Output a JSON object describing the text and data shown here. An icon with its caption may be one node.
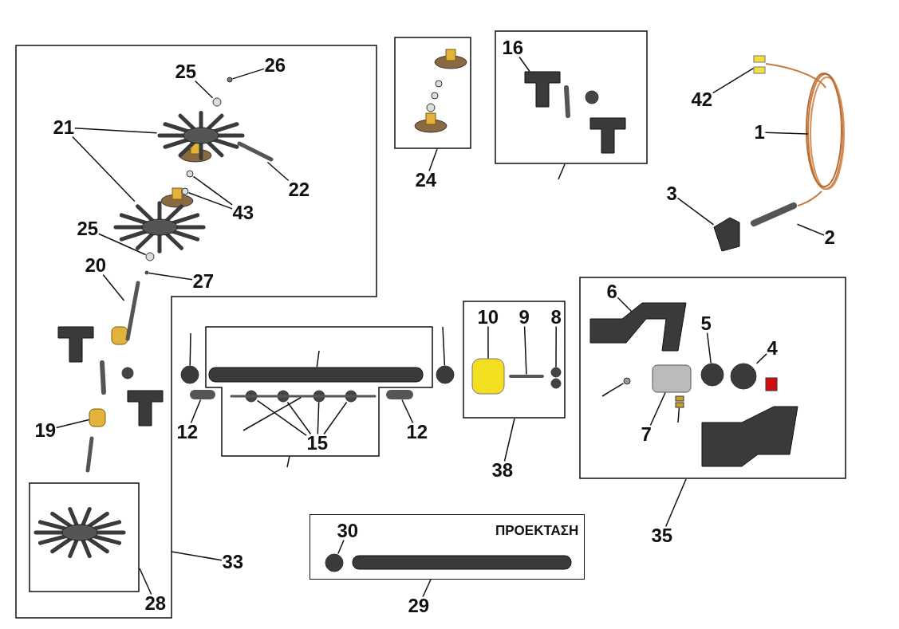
{
  "diagram": {
    "nodes": [
      {
        "text": [],
        "shape": "box"
      },
      {
        "text": [
          "26"
        ],
        "in": 0
      },
      {
        "text": [
          "25"
        ],
        "in": 0
      },
      {
        "text": [
          "21"
        ],
        "in": 0
      },
      {
        "text": [
          "22"
        ],
        "in": 0
      },
      {
        "text": [
          "43"
        ],
        "in": 0
      },
      {
        "text": [
          "25"
        ],
        "in": 0
      },
      {
        "text": [
          "27"
        ],
        "in": 0
      },
      {
        "text": [
          "20"
        ],
        "in": 0
      },
      {
        "text": [
          "19"
        ],
        "in": 0
      },
      {
        "text": [],
        "shape": "box",
        "in": 0
      },
      {
        "text": [
          "28"
        ],
        "in": 0
      },
      {
        "text": [
          "33"
        ]
      },
      {
        "text": [],
        "shape": "box"
      },
      {
        "text": [
          "24"
        ]
      },
      {
        "text": [],
        "shape": "box"
      },
      {
        "text": [
          "16"
        ],
        "in": 15
      },
      {
        "text": [
          "42"
        ]
      },
      {
        "text": [
          "1"
        ]
      },
      {
        "text": [
          "3"
        ]
      },
      {
        "text": [
          "2"
        ]
      },
      {
        "text": [],
        "shape": "box"
      },
      {
        "text": [
          "12"
        ]
      },
      {
        "text": [
          "15"
        ],
        "in": 21
      },
      {
        "text": [
          "12"
        ]
      },
      {
        "text": [],
        "shape": "box"
      },
      {
        "text": [
          "10"
        ],
        "in": 25
      },
      {
        "text": [
          "9"
        ],
        "in": 25
      },
      {
        "text": [
          "8"
        ],
        "in": 25
      },
      {
        "text": [
          "38"
        ]
      },
      {
        "text": [],
        "shape": "box"
      },
      {
        "text": [
          "6"
        ],
        "in": 30
      },
      {
        "text": [
          "5"
        ],
        "in": 30
      },
      {
        "text": [
          "4"
        ],
        "in": 30
      },
      {
        "text": [
          "7"
        ],
        "in": 30
      },
      {
        "text": [
          "35"
        ]
      },
      {
        "text": [
          "ΠΡΟΕΚΤΑΣΗ"
        ]
      },
      {
        "text": [
          "30"
        ],
        "in": 36
      },
      {
        "text": [
          "29"
        ]
      },
      {
        "text": [],
        "shape": "circle",
        "in": 0
      },
      {
        "text": [],
        "shape": "circle",
        "in": 0
      },
      {
        "text": [],
        "shape": "picture",
        "in": 0
      },
      {
        "text": [],
        "shape": "picture",
        "in": 0
      },
      {
        "text": [],
        "shape": "bar",
        "in": 0
      },
      {
        "text": [],
        "shape": "circle",
        "in": 0
      },
      {
        "text": [],
        "shape": "circle",
        "in": 0
      },
      {
        "text": [],
        "shape": "circle",
        "in": 0
      },
      {
        "text": [],
        "shape": "circle",
        "in": 0
      },
      {
        "text": [],
        "shape": "bar",
        "in": 0
      },
      {
        "text": [],
        "shape": "box",
        "in": 0
      },
      {
        "text": [],
        "shape": "picture",
        "in": 15
      },
      {
        "text": [],
        "shape": "picture"
      },
      {
        "text": [],
        "shape": "picture"
      },
      {
        "text": [],
        "shape": "picture"
      },
      {
        "text": [],
        "shape": "bar"
      },
      {
        "text": [],
        "shape": "bar"
      },
      {
        "text": [],
        "shape": "circle",
        "in": 21
      },
      {
        "text": [],
        "shape": "circle",
        "in": 21
      },
      {
        "text": [],
        "shape": "circle",
        "in": 21
      },
      {
        "text": [],
        "shape": "circle",
        "in": 21
      },
      {
        "text": [],
        "shape": "bar"
      },
      {
        "text": [],
        "shape": "box",
        "in": 25
      },
      {
        "text": [],
        "shape": "bar",
        "in": 25
      },
      {
        "text": [],
        "shape": "picture",
        "in": 25
      },
      {
        "text": [],
        "shape": "picture",
        "in": 30
      },
      {
        "text": [],
        "shape": "circle",
        "in": 30
      },
      {
        "text": [],
        "shape": "circle",
        "in": 30
      },
      {
        "text": [],
        "shape": "box",
        "in": 30
      },
      {
        "text": [],
        "shape": "circle",
        "in": 36
      },
      {
        "text": [],
        "shape": "circle"
      },
      {
        "text": [],
        "shape": "bar",
        "in": 21
      },
      {
        "text": [],
        "shape": "bar",
        "in": 21
      },
      {
        "text": [],
        "shape": "circle"
      },
      {
        "text": [],
        "shape": "circle",
        "in": 30
      },
      {
        "text": [],
        "shape": "picture",
        "in": 30
      }
    ],
    "edges": [
      {
        "from": 1,
        "to": 39,
        "arrow": "none"
      },
      {
        "from": 2,
        "to": 40,
        "arrow": "none"
      },
      {
        "from": 3,
        "to": 41,
        "arrow": "none"
      },
      {
        "from": 3,
        "to": 42,
        "arrow": "none"
      },
      {
        "from": 4,
        "to": 43,
        "arrow": "none"
      },
      {
        "from": 5,
        "to": 44,
        "arrow": "none"
      },
      {
        "from": 5,
        "to": 45,
        "arrow": "none"
      },
      {
        "from": 6,
        "to": 46,
        "arrow": "none"
      },
      {
        "from": 7,
        "to": 47,
        "arrow": "none"
      },
      {
        "from": 8,
        "to": 48,
        "arrow": "none"
      },
      {
        "from": 9,
        "to": 49,
        "arrow": "none"
      },
      {
        "from": 11,
        "to": 10,
        "arrow": "none"
      },
      {
        "from": 12,
        "to": 0,
        "arrow": "none"
      },
      {
        "from": 14,
        "to": 13,
        "arrow": "none"
      },
      {
        "from": 16,
        "to": 50,
        "arrow": "none"
      },
      {
        "from": 17,
        "to": 51,
        "arrow": "none"
      },
      {
        "from": 18,
        "to": 52,
        "arrow": "none"
      },
      {
        "from": 19,
        "to": 53,
        "arrow": "none"
      },
      {
        "from": 20,
        "to": 54,
        "arrow": "none"
      },
      {
        "from": 22,
        "to": 55,
        "arrow": "none"
      },
      {
        "from": 23,
        "to": 56,
        "arrow": "none"
      },
      {
        "from": 23,
        "to": 57,
        "arrow": "none"
      },
      {
        "from": 23,
        "to": 58,
        "arrow": "none"
      },
      {
        "from": 23,
        "to": 59,
        "arrow": "none"
      },
      {
        "from": 24,
        "to": 60,
        "arrow": "none"
      },
      {
        "from": 26,
        "to": 61,
        "arrow": "none"
      },
      {
        "from": 27,
        "to": 62,
        "arrow": "none"
      },
      {
        "from": 28,
        "to": 63,
        "arrow": "none"
      },
      {
        "from": 29,
        "to": 25,
        "arrow": "none"
      },
      {
        "from": 31,
        "to": 64,
        "arrow": "none"
      },
      {
        "from": 32,
        "to": 65,
        "arrow": "none"
      },
      {
        "from": 33,
        "to": 66,
        "arrow": "none"
      },
      {
        "from": 34,
        "to": 67,
        "arrow": "none"
      },
      {
        "from": 35,
        "to": 30,
        "arrow": "none"
      },
      {
        "from": 37,
        "to": 68,
        "arrow": "none"
      },
      {
        "from": 38,
        "to": 36,
        "arrow": "none"
      },
      {
        "from": null,
        "to": 69,
        "arrow": "none"
      },
      {
        "from": null,
        "to": 70,
        "arrow": "none"
      },
      {
        "from": null,
        "to": 71,
        "arrow": "none"
      },
      {
        "from": null,
        "to": 21,
        "arrow": "none"
      },
      {
        "from": null,
        "to": 72,
        "arrow": "none"
      },
      {
        "from": null,
        "to": 15,
        "arrow": "none"
      },
      {
        "from": null,
        "to": 73,
        "arrow": "none"
      },
      {
        "from": null,
        "to": 74,
        "arrow": "none"
      }
    ]
  }
}
